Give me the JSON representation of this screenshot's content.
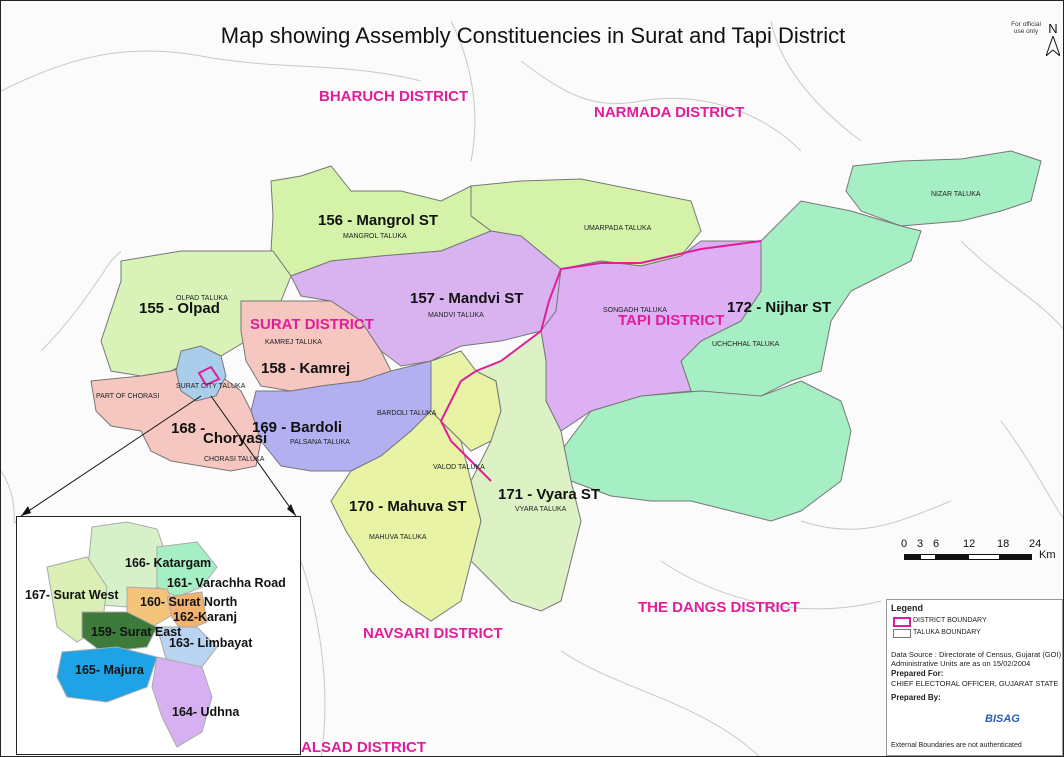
{
  "title": "Map showing Assembly Constituencies in Surat and Tapi District",
  "official_note": "For official use only",
  "north_label": "N",
  "districts": {
    "bharuch": "BHARUCH DISTRICT",
    "narmada": "NARMADA DISTRICT",
    "surat": "SURAT DISTRICT",
    "tapi": "TAPI DISTRICT",
    "navsari": "NAVSARI DISTRICT",
    "dangs": "THE DANGS DISTRICT",
    "valsad": "ALSAD DISTRICT"
  },
  "constituencies": {
    "mangrol": "156 - Mangrol ST",
    "olpad": "155 - Olpad",
    "mandvi": "157 - Mandvi ST",
    "nijhar": "172 - Nijhar ST",
    "kamrej": "158 - Kamrej",
    "choryasi_a": "168 -",
    "choryasi_b": "Choryasi",
    "bardoli": "169 - Bardoli",
    "mahuva": "170 - Mahuva ST",
    "vyara": "171 - Vyara ST"
  },
  "talukas": {
    "mangrol": "MANGROL TALUKA",
    "umarpada": "UMARPADA TALUKA",
    "nizar": "NIZAR TALUKA",
    "olpad": "OLPAD TALUKA",
    "mandvi": "MANDVI TALUKA",
    "songadh": "SONGADH TALUKA",
    "uchchhal": "UCHCHHAL TALUKA",
    "kamrej": "KAMREJ TALUKA",
    "surat_city": "SURAT CITY TALUKA",
    "chorasi_part": "PART OF CHORASI",
    "bardoli": "BARDOLI TALUKA",
    "palsana": "PALSANA TALUKA",
    "chorasi": "CHORASI TALUKA",
    "valod": "VALOD TALUKA",
    "vyara": "VYARA TALUKA",
    "mahuva": "MAHUVA TALUKA"
  },
  "inset": {
    "katargam": "166- Katargam",
    "varachha": "161- Varachha Road",
    "surat_west": "167- Surat West",
    "surat_north": "160- Surat North",
    "karanj": "162-Karanj",
    "surat_east": "159- Surat East",
    "limbayat": "163- Limbayat",
    "majura": "165- Majura",
    "udhna": "164- Udhna"
  },
  "scale": {
    "ticks": [
      "0",
      "3",
      "6",
      "12",
      "18",
      "24"
    ],
    "unit": "Km"
  },
  "legend": {
    "heading": "Legend",
    "district_boundary": "DISTRICT BOUNDARY",
    "taluka_boundary": "TALUKA BOUNDARY",
    "data_source": "Data Source : Directorate of Census, Gujarat (GOI)",
    "admin_units": "Administrative Units are as on 15/02/2004",
    "prepared_for_label": "Prepared For:",
    "prepared_for": "CHIEF ELECTORAL OFFICER, GUJARAT STATE",
    "prepared_by_label": "Prepared By:",
    "logo": "BISAG",
    "footer": "External Boundaries are not authenticated"
  },
  "colors": {
    "district_boundary": "#e01e9c",
    "mangrol": "#d4f2a8",
    "olpad": "#d8f2b8",
    "mandvi": "#d9b3f0",
    "tapi": "#dcb0f2",
    "nijhar": "#a6eec3",
    "kamrej": "#f6c7c0",
    "bardoli": "#b3b0f2",
    "mahuva": "#e9f3a6",
    "vyara": "#dcf2c4",
    "choryasi": "#f6c7c0"
  }
}
